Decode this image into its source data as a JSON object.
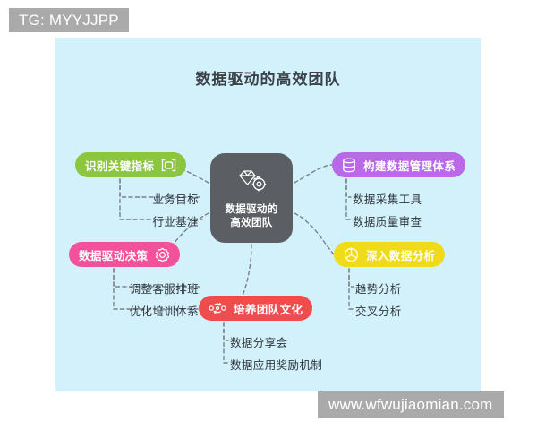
{
  "watermarks": {
    "top": "TG: MYYJJPP",
    "bottom": "www.wfwujiaomian.com"
  },
  "canvas": {
    "background_color": "#d2f1fb"
  },
  "mindmap": {
    "title": "数据驱动的高效团队",
    "center": {
      "label_line1": "数据驱动的",
      "label_line2": "高效团队",
      "icon": "diamond-gear-icon",
      "color": "#5b5f63"
    },
    "branches": [
      {
        "id": "kpi",
        "label": "识别关键指标",
        "icon": "target-bracket-icon",
        "icon_position": "right",
        "color": "#8cc63e",
        "children": [
          "业务目标",
          "行业基准"
        ]
      },
      {
        "id": "decision",
        "label": "数据驱动决策",
        "icon": "gear-icon",
        "icon_position": "right",
        "color": "#f2529a",
        "children": [
          "调整客服排班",
          "优化培训体系"
        ]
      },
      {
        "id": "data",
        "label": "构建数据管理体系",
        "icon": "database-icon",
        "icon_position": "left",
        "color": "#b968e8",
        "children": [
          "数据采集工具",
          "数据质量审查"
        ]
      },
      {
        "id": "analysis",
        "label": "深入数据分析",
        "icon": "pie-chart-icon",
        "icon_position": "left",
        "color": "#f0db1b",
        "children": [
          "趋势分析",
          "交叉分析"
        ]
      },
      {
        "id": "culture",
        "label": "培养团队文化",
        "icon": "people-cycle-icon",
        "icon_position": "left",
        "color": "#ef4d4d",
        "children": [
          "数据分享会",
          "数据应用奖励机制"
        ]
      }
    ]
  }
}
